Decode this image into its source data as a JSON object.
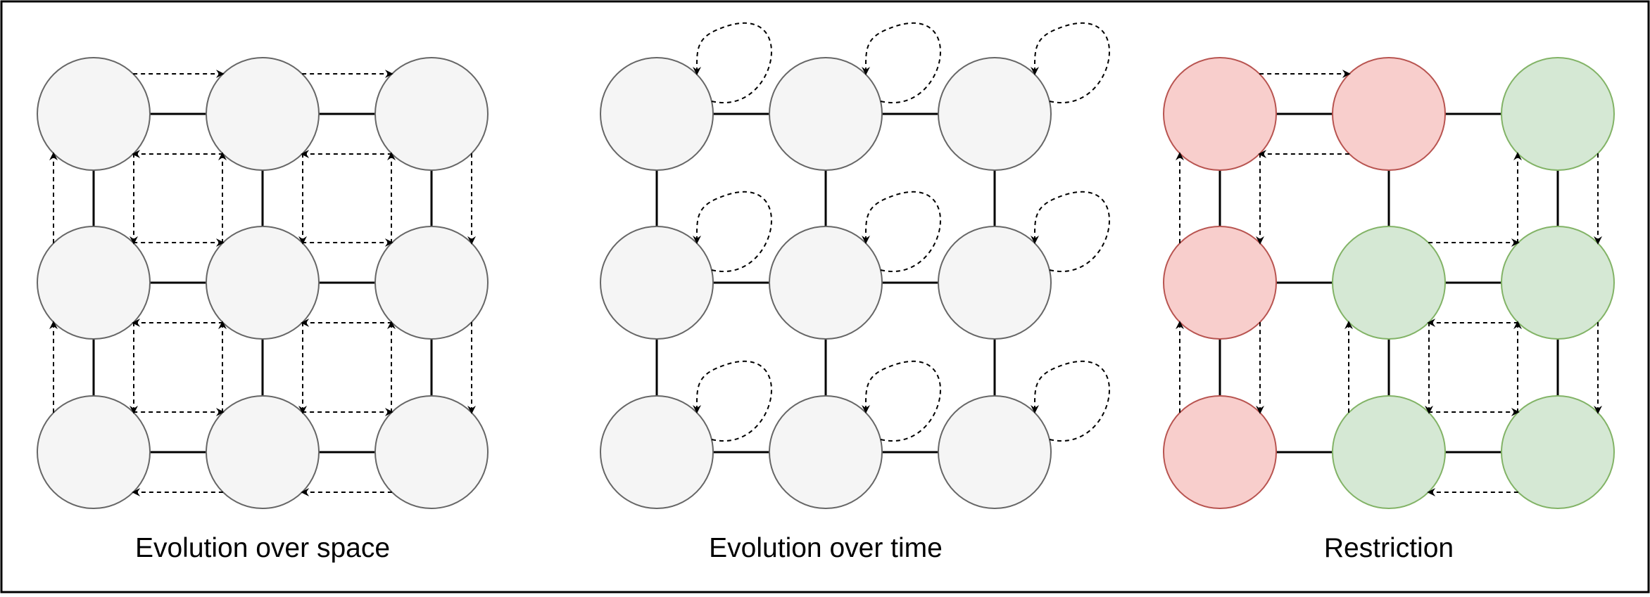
{
  "panels": [
    {
      "caption": "Evolution over space",
      "nodes": [
        {
          "id": "a1",
          "fill": "#f5f5f5",
          "stroke": "#666666"
        },
        {
          "id": "a2",
          "fill": "#f5f5f5",
          "stroke": "#666666"
        },
        {
          "id": "a3",
          "fill": "#f5f5f5",
          "stroke": "#666666"
        },
        {
          "id": "a4",
          "fill": "#f5f5f5",
          "stroke": "#666666"
        },
        {
          "id": "a5",
          "fill": "#f5f5f5",
          "stroke": "#666666"
        },
        {
          "id": "a6",
          "fill": "#f5f5f5",
          "stroke": "#666666"
        },
        {
          "id": "a7",
          "fill": "#f5f5f5",
          "stroke": "#666666"
        },
        {
          "id": "a8",
          "fill": "#f5f5f5",
          "stroke": "#666666"
        },
        {
          "id": "a9",
          "fill": "#f5f5f5",
          "stroke": "#666666"
        }
      ],
      "edges": [
        [
          "a1",
          "a2"
        ],
        [
          "a2",
          "a3"
        ],
        [
          "a4",
          "a5"
        ],
        [
          "a5",
          "a6"
        ],
        [
          "a7",
          "a8"
        ],
        [
          "a8",
          "a9"
        ],
        [
          "a1",
          "a4"
        ],
        [
          "a4",
          "a7"
        ],
        [
          "a2",
          "a5"
        ],
        [
          "a5",
          "a8"
        ],
        [
          "a3",
          "a6"
        ],
        [
          "a6",
          "a9"
        ]
      ],
      "arrows": [
        [
          "a1",
          "a2"
        ],
        [
          "a2",
          "a3"
        ],
        [
          "a2",
          "a1"
        ],
        [
          "a3",
          "a2"
        ],
        [
          "a4",
          "a5"
        ],
        [
          "a5",
          "a6"
        ],
        [
          "a5",
          "a4"
        ],
        [
          "a6",
          "a5"
        ],
        [
          "a4",
          "a7"
        ],
        [
          "a4",
          "a1"
        ],
        [
          "a1",
          "a4"
        ],
        [
          "a7",
          "a4"
        ],
        [
          "a2",
          "a5"
        ],
        [
          "a5",
          "a2"
        ],
        [
          "a5",
          "a8"
        ],
        [
          "a8",
          "a5"
        ],
        [
          "a3",
          "a6"
        ],
        [
          "a6",
          "a3"
        ],
        [
          "a6",
          "a9"
        ],
        [
          "a9",
          "a6"
        ],
        [
          "a7",
          "a8"
        ],
        [
          "a8",
          "a9"
        ],
        [
          "a8",
          "a7"
        ],
        [
          "a9",
          "a8"
        ]
      ],
      "self_loops": []
    },
    {
      "caption": "Evolution over time",
      "nodes": [
        {
          "id": "b1",
          "fill": "#f5f5f5",
          "stroke": "#666666"
        },
        {
          "id": "b2",
          "fill": "#f5f5f5",
          "stroke": "#666666"
        },
        {
          "id": "b3",
          "fill": "#f5f5f5",
          "stroke": "#666666"
        },
        {
          "id": "b4",
          "fill": "#f5f5f5",
          "stroke": "#666666"
        },
        {
          "id": "b5",
          "fill": "#f5f5f5",
          "stroke": "#666666"
        },
        {
          "id": "b6",
          "fill": "#f5f5f5",
          "stroke": "#666666"
        },
        {
          "id": "b7",
          "fill": "#f5f5f5",
          "stroke": "#666666"
        },
        {
          "id": "b8",
          "fill": "#f5f5f5",
          "stroke": "#666666"
        },
        {
          "id": "b9",
          "fill": "#f5f5f5",
          "stroke": "#666666"
        }
      ],
      "edges": [
        [
          "b1",
          "b2"
        ],
        [
          "b2",
          "b3"
        ],
        [
          "b4",
          "b5"
        ],
        [
          "b5",
          "b6"
        ],
        [
          "b7",
          "b8"
        ],
        [
          "b8",
          "b9"
        ],
        [
          "b1",
          "b4"
        ],
        [
          "b4",
          "b7"
        ],
        [
          "b2",
          "b5"
        ],
        [
          "b5",
          "b8"
        ],
        [
          "b3",
          "b6"
        ],
        [
          "b6",
          "b9"
        ]
      ],
      "arrows": [],
      "self_loops": [
        "b1",
        "b2",
        "b3",
        "b4",
        "b5",
        "b6",
        "b7",
        "b8",
        "b9"
      ]
    },
    {
      "caption": "Restriction",
      "nodes": [
        {
          "id": "c1",
          "fill": "#f8cecc",
          "stroke": "#b85450"
        },
        {
          "id": "c2",
          "fill": "#f8cecc",
          "stroke": "#b85450"
        },
        {
          "id": "c3",
          "fill": "#d5e8d4",
          "stroke": "#82b366"
        },
        {
          "id": "c4",
          "fill": "#f8cecc",
          "stroke": "#b85450"
        },
        {
          "id": "c5",
          "fill": "#d5e8d4",
          "stroke": "#82b366"
        },
        {
          "id": "c6",
          "fill": "#d5e8d4",
          "stroke": "#82b366"
        },
        {
          "id": "c7",
          "fill": "#f8cecc",
          "stroke": "#b85450"
        },
        {
          "id": "c8",
          "fill": "#d5e8d4",
          "stroke": "#82b366"
        },
        {
          "id": "c9",
          "fill": "#d5e8d4",
          "stroke": "#82b366"
        }
      ],
      "edges": [
        [
          "c1",
          "c2"
        ],
        [
          "c2",
          "c3"
        ],
        [
          "c4",
          "c5"
        ],
        [
          "c5",
          "c6"
        ],
        [
          "c7",
          "c8"
        ],
        [
          "c8",
          "c9"
        ],
        [
          "c1",
          "c4"
        ],
        [
          "c4",
          "c7"
        ],
        [
          "c2",
          "c5"
        ],
        [
          "c5",
          "c8"
        ],
        [
          "c3",
          "c6"
        ],
        [
          "c6",
          "c9"
        ]
      ],
      "arrows": [
        [
          "c1",
          "c2"
        ],
        [
          "c2",
          "c1"
        ],
        [
          "c1",
          "c4"
        ],
        [
          "c4",
          "c1"
        ],
        [
          "c4",
          "c7"
        ],
        [
          "c7",
          "c4"
        ],
        [
          "c3",
          "c6"
        ],
        [
          "c6",
          "c3"
        ],
        [
          "c6",
          "c9"
        ],
        [
          "c9",
          "c6"
        ],
        [
          "c5",
          "c6"
        ],
        [
          "c6",
          "c5"
        ],
        [
          "c5",
          "c8"
        ],
        [
          "c8",
          "c5"
        ],
        [
          "c8",
          "c9"
        ],
        [
          "c9",
          "c8"
        ]
      ],
      "self_loops": []
    }
  ],
  "colors": {
    "border": "#000000",
    "edge": "#000000",
    "arrow": "#000000"
  }
}
